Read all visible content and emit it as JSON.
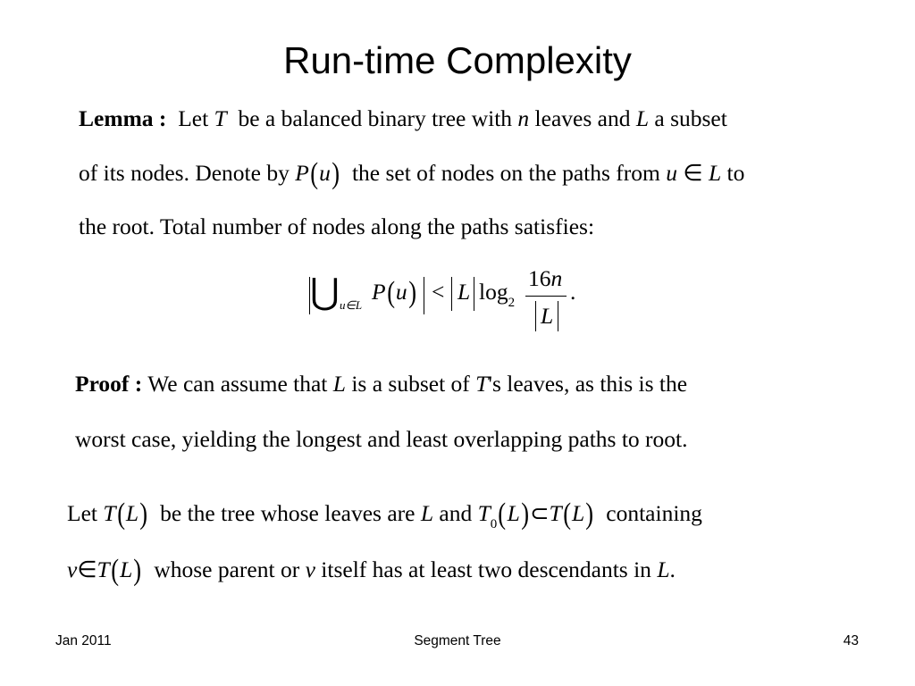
{
  "slide": {
    "title": "Run-time Complexity"
  },
  "lemma": {
    "label": "Lemma :",
    "line1": {
      "a": "Let",
      "T": "T",
      "b": "be a balanced binary tree with",
      "n": "n",
      "c": "leaves and",
      "L": "L",
      "d": "a subset"
    },
    "line2": {
      "a": "of its nodes. Denote by",
      "P": "P",
      "u": "u",
      "b": "the set of nodes on the paths from",
      "u2": "u",
      "in": "∈",
      "L": "L",
      "c": "to"
    },
    "line3": "the root. Total number of nodes along the paths satisfies:"
  },
  "formula": {
    "cup": "⋃",
    "cup_sub": "u∈L",
    "P": "P",
    "u": "u",
    "lt": "<",
    "L": "L",
    "log": "log",
    "log_sub": "2",
    "num": "16",
    "num_n": "n",
    "den_L": "L",
    "period": "."
  },
  "proof": {
    "label": "Proof :",
    "line1": {
      "a": "We can assume that",
      "L": "L",
      "b": "is a subset of",
      "T": "T",
      "c": "'s leaves, as this is the"
    },
    "line2": "worst case, yielding the longest and least overlapping paths to root."
  },
  "def": {
    "line1": {
      "a": "Let",
      "T": "T",
      "L": "L",
      "b": "be the tree whose leaves are",
      "L2": "L",
      "c": "and",
      "T0": "T",
      "sub0": "0",
      "L3": "L",
      "subset": "⊂",
      "T2": "T",
      "L4": "L",
      "d": "containing"
    },
    "line2": {
      "v": "v",
      "in": "∈",
      "T": "T",
      "L": "L",
      "a": "whose parent or",
      "v2": "v",
      "b": "itself has at least two descendants in",
      "L2": "L",
      "c": "."
    }
  },
  "footer": {
    "date": "Jan 2011",
    "topic": "Segment Tree",
    "page": "43"
  }
}
